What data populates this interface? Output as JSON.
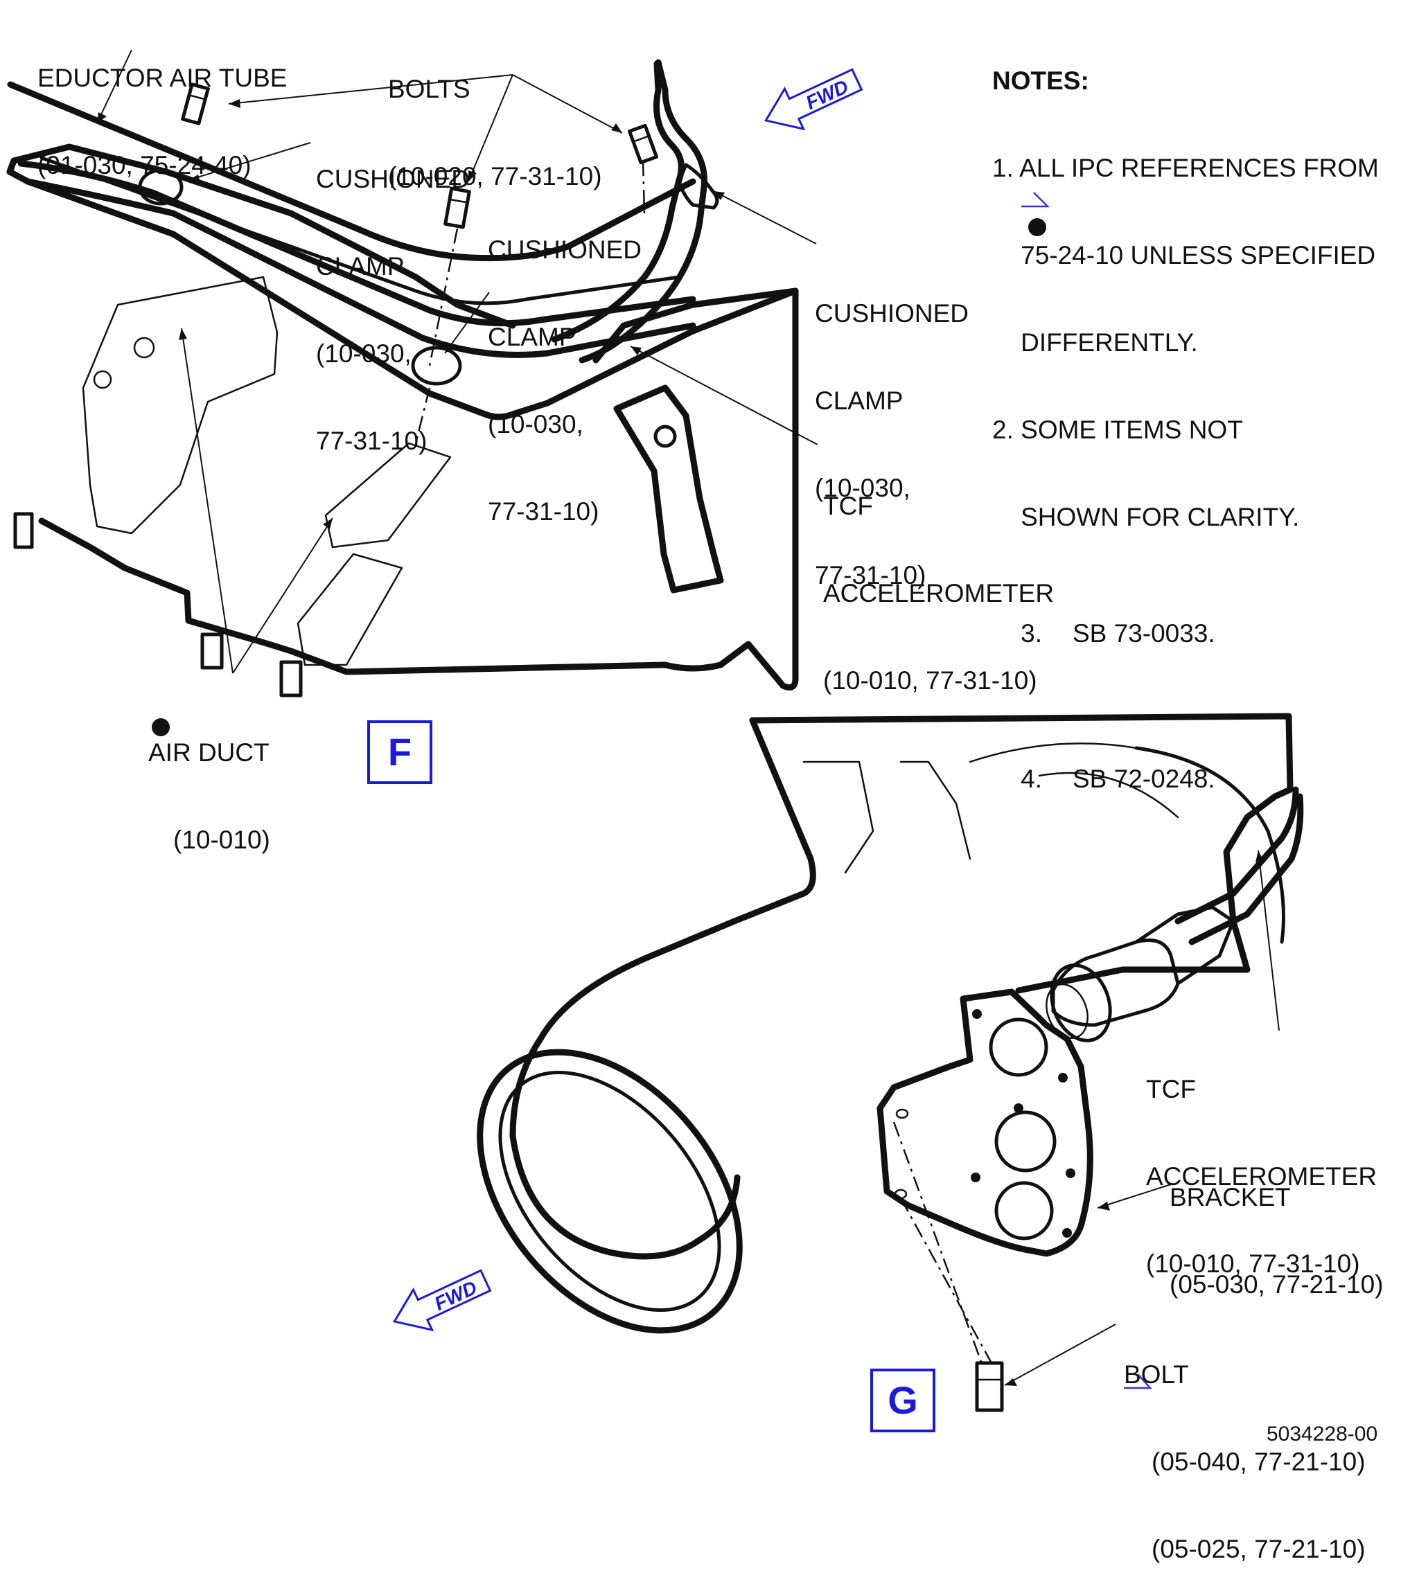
{
  "notes": {
    "title": "NOTES:",
    "items": [
      "1. ALL IPC REFERENCES FROM",
      "    75-24-10 UNLESS SPECIFIED",
      "    DIFFERENTLY.",
      "2. SOME ITEMS NOT",
      "    SHOWN FOR CLARITY.",
      "3.",
      "SB 73-0033.",
      "4.",
      "SB 72-0248."
    ]
  },
  "view_f": {
    "label": "F",
    "fwd": "FWD",
    "callouts": {
      "eductor_air_tube": [
        "EDUCTOR AIR TUBE",
        "(01-030, 75-24-40)"
      ],
      "bolts": [
        "BOLTS",
        "(10-020, 77-31-10)"
      ],
      "cushioned_clamp_1": [
        "CUSHIONED",
        "CLAMP",
        "(10-030,",
        "77-31-10)"
      ],
      "cushioned_clamp_2": [
        "CUSHIONED",
        "CLAMP",
        "(10-030,",
        "77-31-10)"
      ],
      "cushioned_clamp_3": [
        "CUSHIONED",
        "CLAMP",
        "(10-030,",
        "77-31-10)"
      ],
      "tcf_accelerometer": [
        "TCF",
        "ACCELEROMETER",
        "(10-010, 77-31-10)"
      ],
      "air_duct": [
        "AIR DUCT",
        "(10-010)"
      ]
    }
  },
  "view_g": {
    "label": "G",
    "fwd": "FWD",
    "callouts": {
      "tcf_accelerometer": [
        "TCF",
        "ACCELEROMETER",
        "(10-010, 77-31-10)"
      ],
      "bracket": [
        "BRACKET",
        "(05-030, 77-21-10)"
      ],
      "bolt": [
        "BOLT",
        "(05-040, 77-21-10)",
        "(05-025, 77-21-10)"
      ]
    }
  },
  "figure_number": "5034228-00",
  "colors": {
    "callout_blue": "#1a1adc",
    "line": "#111111"
  }
}
